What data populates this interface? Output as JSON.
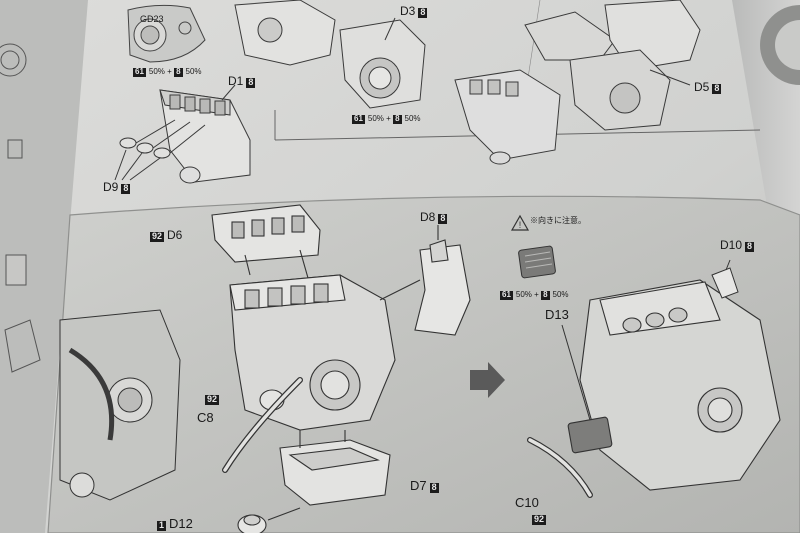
{
  "manual": {
    "top": {
      "d3": {
        "part": "D3",
        "color": "8"
      },
      "d1": {
        "part": "D1",
        "color": "8"
      },
      "d9": {
        "part": "D9",
        "color": "8"
      },
      "d5": {
        "part": "D5",
        "color": "8"
      },
      "mix_left": {
        "c1": "61",
        "p1": "50%",
        "plus": "+",
        "c2": "8",
        "p2": "50%"
      },
      "mix_center": {
        "c1": "61",
        "p1": "50%",
        "plus": "+",
        "c2": "8",
        "p2": "50%"
      },
      "corner_code": "GD23"
    },
    "bottom": {
      "d6": {
        "color": "92",
        "part": "D6"
      },
      "d8": {
        "part": "D8",
        "color": "8"
      },
      "d10": {
        "part": "D10",
        "color": "8"
      },
      "d13": {
        "part": "D13"
      },
      "c8": {
        "color": "92",
        "part": "C8"
      },
      "d7": {
        "part": "D7",
        "color": "8"
      },
      "d12": {
        "color": "1",
        "part": "D12"
      },
      "c10": {
        "part": "C10",
        "color": "92"
      },
      "caution": "※向きに注意。",
      "mix": {
        "c1": "61",
        "p1": "50%",
        "plus": "+",
        "c2": "8",
        "p2": "50%"
      }
    }
  },
  "colors": {
    "paper": "#d3d4d2",
    "paper_shadow": "#b8b9b8",
    "ink": "#1c1c1c",
    "background": "#7d7f82"
  }
}
